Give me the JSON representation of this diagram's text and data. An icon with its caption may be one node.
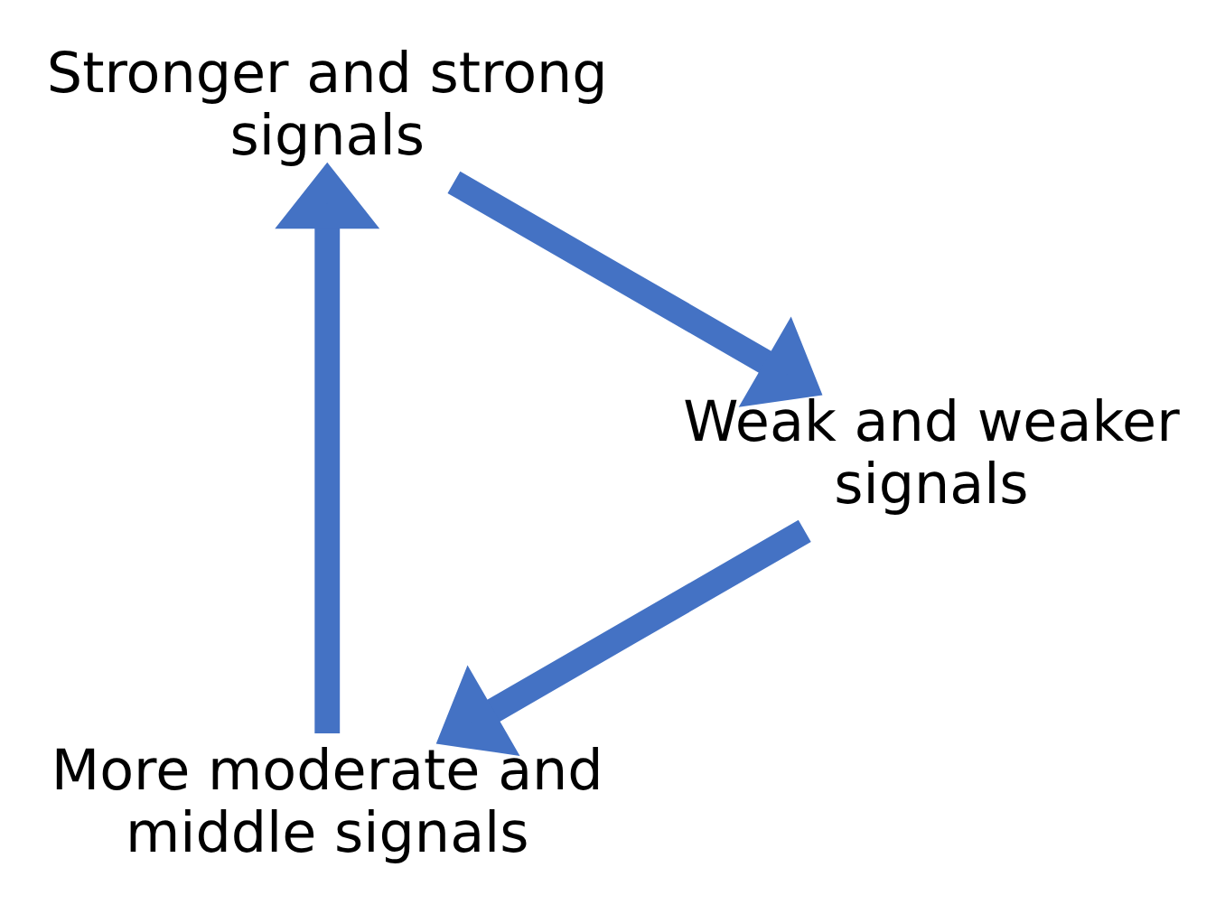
{
  "diagram": {
    "nodes": [
      {
        "text": [
          "More moderate and middle signals"
        ]
      },
      {
        "text": [
          "Stronger and strong signals"
        ]
      },
      {
        "text": [
          "Weak and weaker signals"
        ]
      }
    ],
    "edges": [
      {
        "from": 0,
        "to": 1,
        "arrow": "to"
      },
      {
        "from": 1,
        "to": 2,
        "arrow": "to"
      },
      {
        "from": 2,
        "to": 0,
        "arrow": "to"
      }
    ]
  }
}
